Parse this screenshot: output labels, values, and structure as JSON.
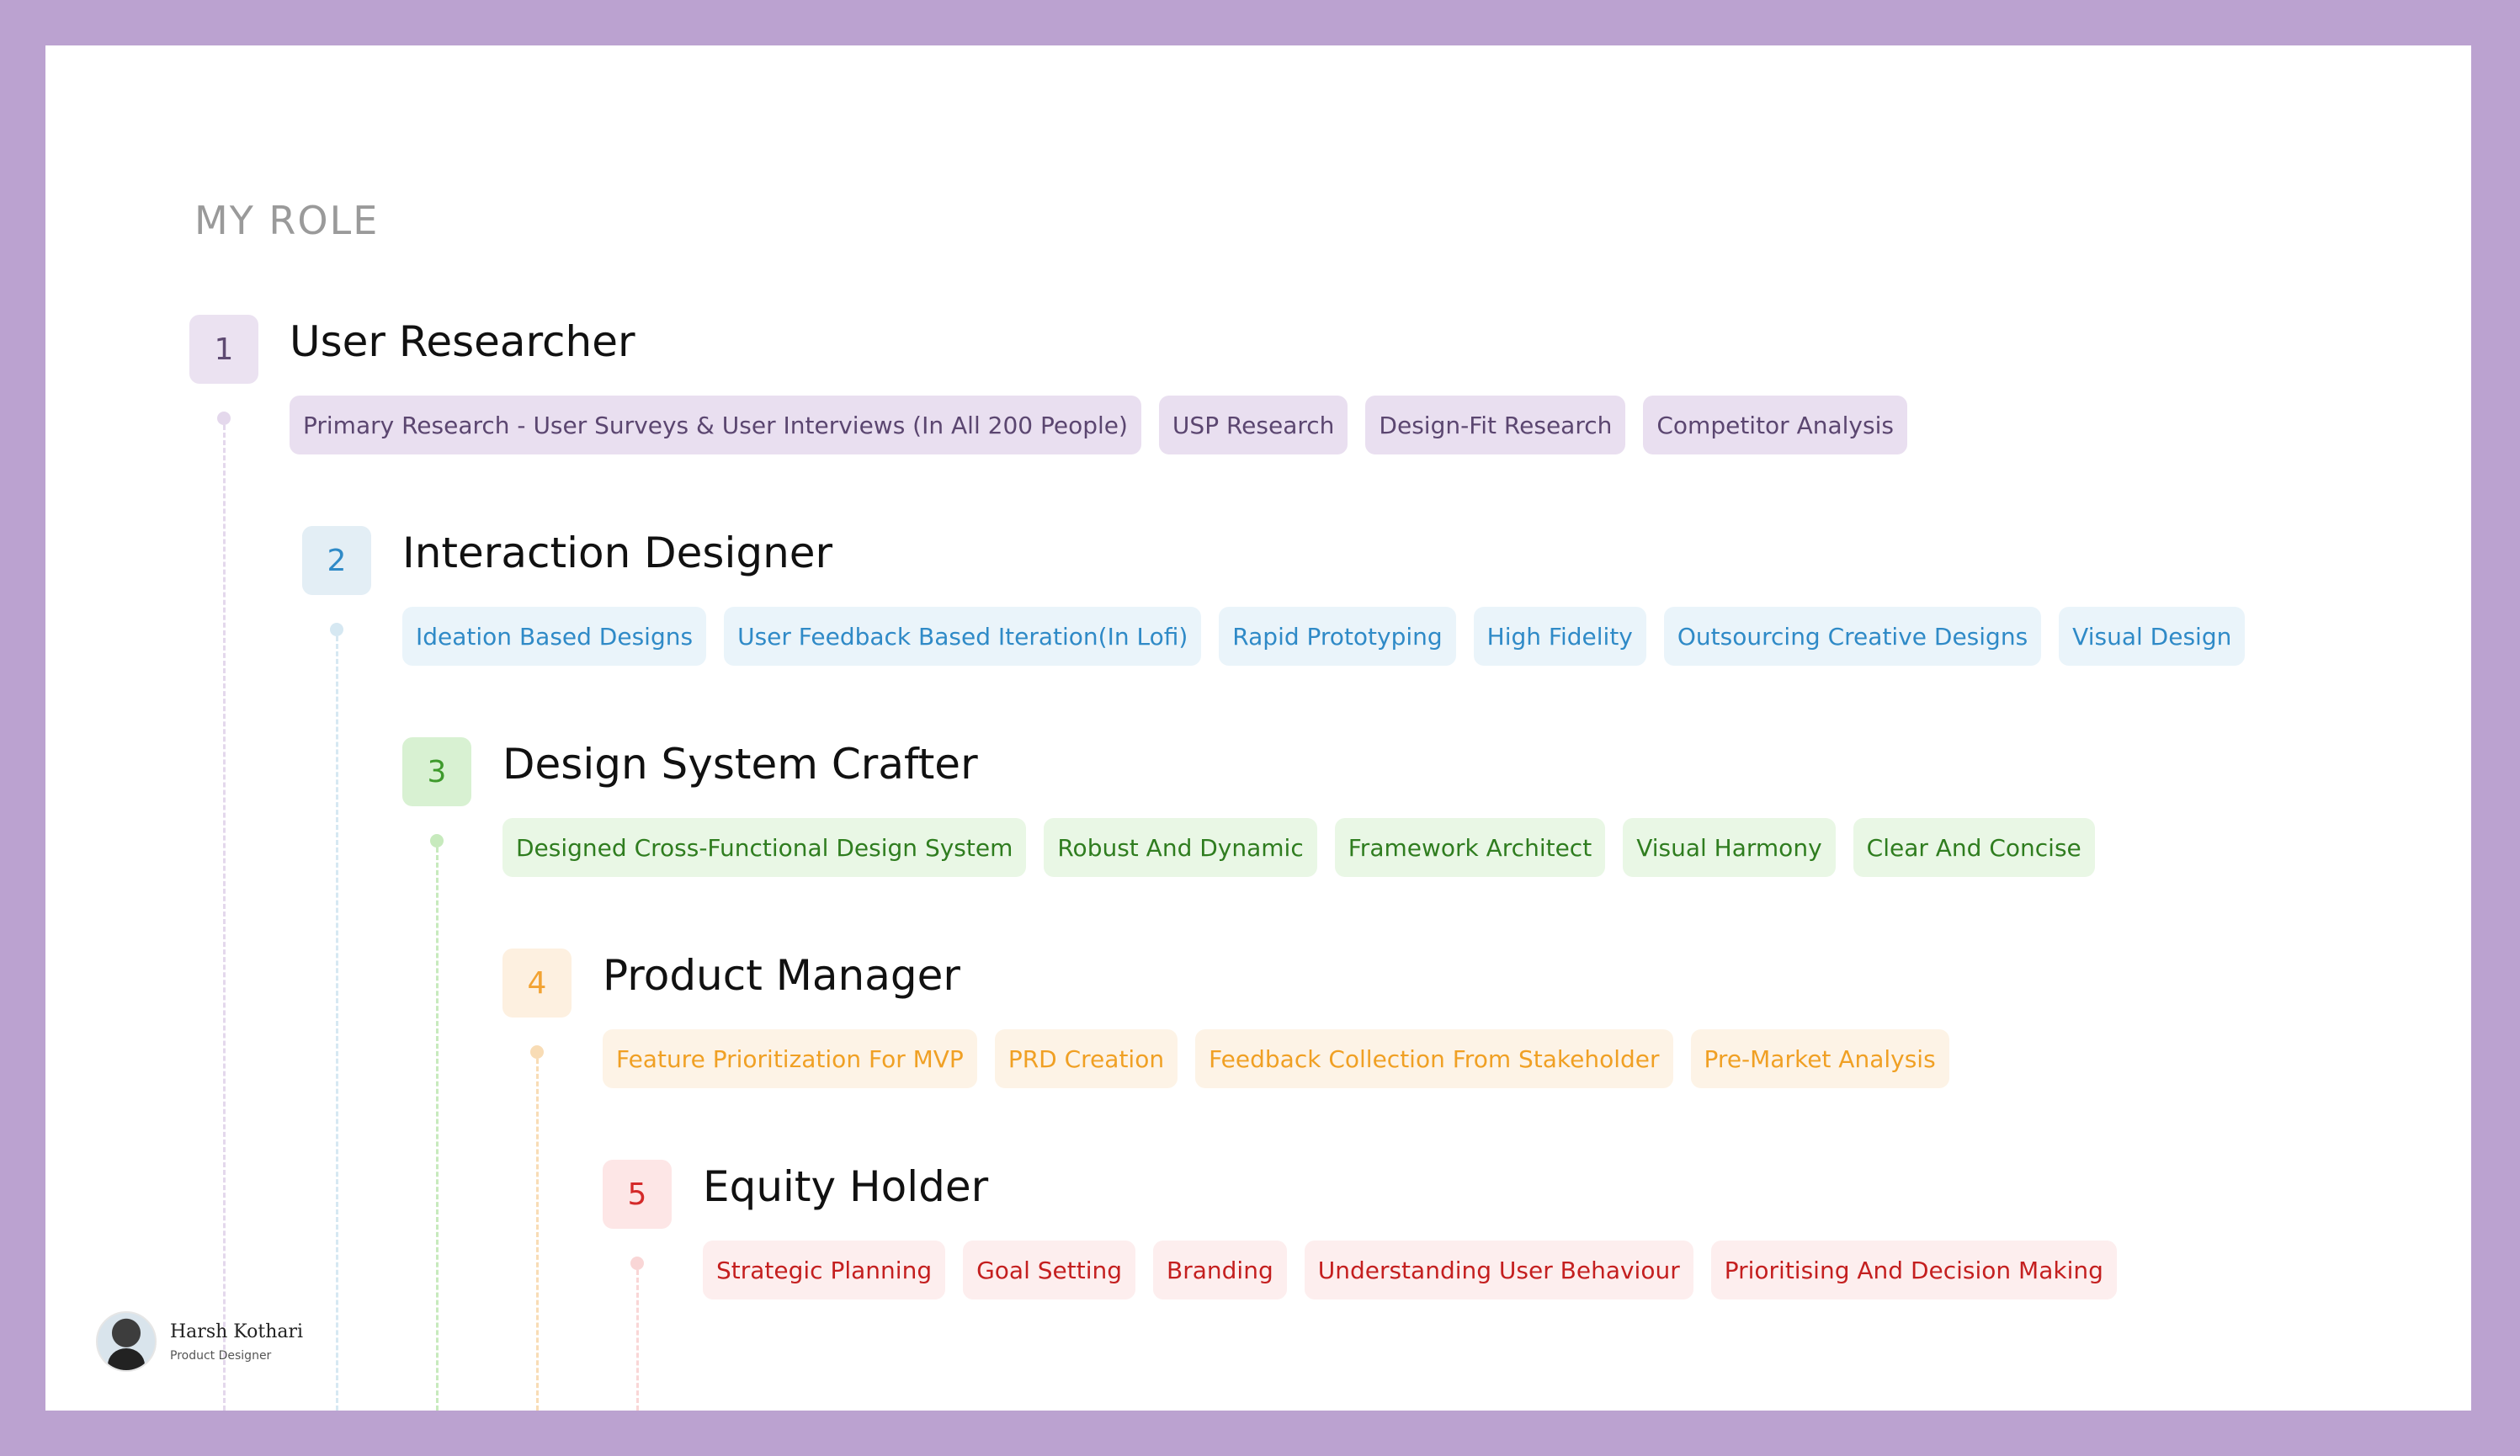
{
  "section_title": "MY ROLE",
  "roles": [
    {
      "number": "1",
      "title": "User Researcher",
      "tags": [
        "Primary Research - User Surveys & User Interviews (In All 200 People)",
        "USP Research",
        "Design-Fit Research",
        "Competitor Analysis"
      ],
      "colors": {
        "badge_bg": "#ebe2f1",
        "badge_text": "#5e4a72",
        "tag_bg": "#e9dff0",
        "tag_text": "#5b4670",
        "line": "#e4d8ec"
      }
    },
    {
      "number": "2",
      "title": "Interaction Designer",
      "tags": [
        "Ideation Based Designs",
        "User Feedback Based Iteration(In Lofi)",
        "Rapid Prototyping",
        "High Fidelity",
        "Outsourcing Creative Designs",
        "Visual Design"
      ],
      "colors": {
        "badge_bg": "#e3eef5",
        "badge_text": "#2f8ac7",
        "tag_bg": "#eaf4fa",
        "tag_text": "#2f8ac7",
        "line": "#d6e8f2"
      }
    },
    {
      "number": "3",
      "title": "Design System Crafter",
      "tags": [
        "Designed Cross-Functional Design System",
        "Robust And Dynamic",
        "Framework Architect",
        "Visual Harmony",
        "Clear And Concise"
      ],
      "colors": {
        "badge_bg": "#d8f1d2",
        "badge_text": "#3e9a2c",
        "tag_bg": "#e9f7e5",
        "tag_text": "#2f7d1f",
        "line": "#c7eabd"
      }
    },
    {
      "number": "4",
      "title": "Product Manager",
      "tags": [
        "Feature Prioritization For MVP",
        "PRD Creation",
        "Feedback Collection From Stakeholder",
        "Pre-Market Analysis"
      ],
      "colors": {
        "badge_bg": "#fdf0e0",
        "badge_text": "#f2a333",
        "tag_bg": "#fdf3e6",
        "tag_text": "#f0a024",
        "line": "#f8dcb5"
      }
    },
    {
      "number": "5",
      "title": "Equity Holder",
      "tags": [
        "Strategic Planning",
        "Goal Setting",
        "Branding",
        "Understanding User Behaviour",
        "Prioritising And Decision Making"
      ],
      "colors": {
        "badge_bg": "#fde6e6",
        "badge_text": "#d42a2a",
        "tag_bg": "#fdeeee",
        "tag_text": "#c41f1f",
        "line": "#f9d6d6"
      }
    }
  ],
  "author": {
    "name": "Harsh Kothari",
    "role": "Product Designer"
  },
  "colors": {
    "frame": "#bba2d0",
    "card": "#ffffff"
  }
}
